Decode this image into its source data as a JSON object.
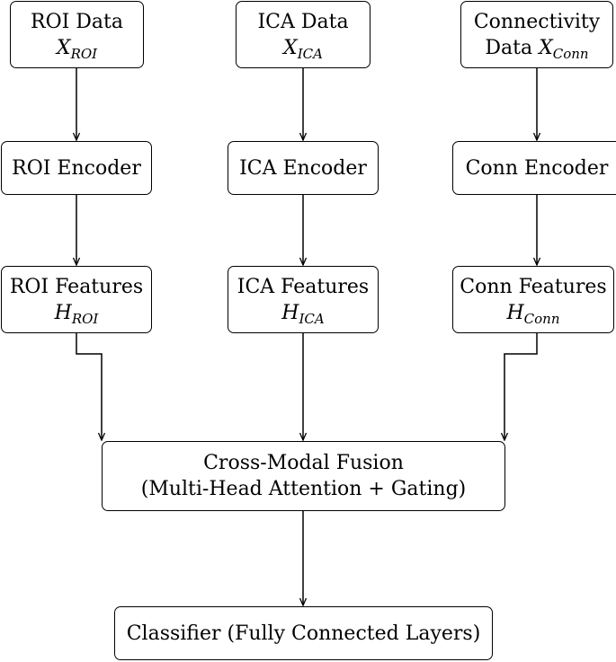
{
  "nodes": {
    "roi_data": {
      "label": "ROI Data",
      "symbol": "X",
      "subscript": "ROI"
    },
    "ica_data": {
      "label": "ICA Data",
      "symbol": "X",
      "subscript": "ICA"
    },
    "conn_data": {
      "label_line1": "Connectivity",
      "label_line2": "Data",
      "symbol": "X",
      "subscript": "Conn"
    },
    "roi_encoder": {
      "label": "ROI Encoder"
    },
    "ica_encoder": {
      "label": "ICA Encoder"
    },
    "conn_encoder": {
      "label": "Conn Encoder"
    },
    "roi_features": {
      "label": "ROI Features",
      "symbol": "H",
      "subscript": "ROI"
    },
    "ica_features": {
      "label": "ICA Features",
      "symbol": "H",
      "subscript": "ICA"
    },
    "conn_features": {
      "label": "Conn Features",
      "symbol": "H",
      "subscript": "Conn"
    },
    "fusion": {
      "label_line1": "Cross-Modal Fusion",
      "label_line2": "(Multi-Head Attention + Gating)"
    },
    "classifier": {
      "label": "Classifier (Fully Connected Layers)"
    }
  },
  "edges": [
    {
      "from": "roi_data",
      "to": "roi_encoder"
    },
    {
      "from": "ica_data",
      "to": "ica_encoder"
    },
    {
      "from": "conn_data",
      "to": "conn_encoder"
    },
    {
      "from": "roi_encoder",
      "to": "roi_features"
    },
    {
      "from": "ica_encoder",
      "to": "ica_features"
    },
    {
      "from": "conn_encoder",
      "to": "conn_features"
    },
    {
      "from": "roi_features",
      "to": "fusion"
    },
    {
      "from": "ica_features",
      "to": "fusion"
    },
    {
      "from": "conn_features",
      "to": "fusion"
    },
    {
      "from": "fusion",
      "to": "classifier"
    }
  ]
}
